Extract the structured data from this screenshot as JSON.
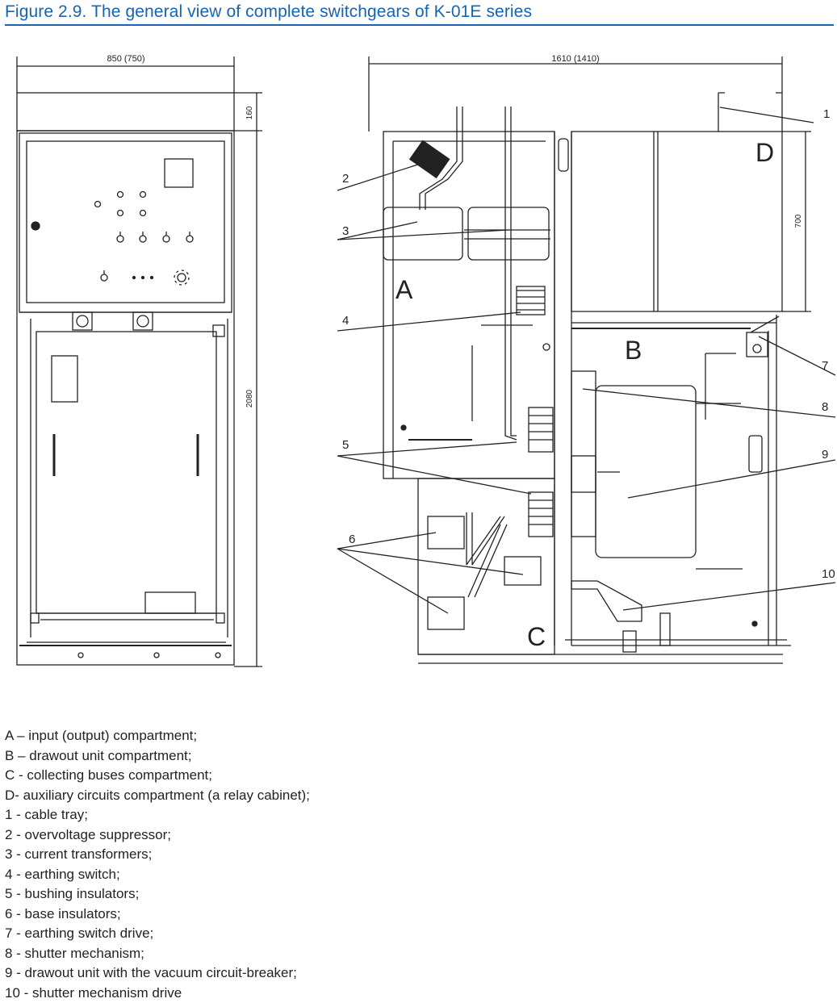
{
  "figure": {
    "title": "Figure 2.9. The general view of complete switchgears of K-01E series",
    "accent_color": "#1565b0"
  },
  "front_view": {
    "width_dim": "850 (750)",
    "top_dim": "160",
    "height_dim": "2080"
  },
  "side_view": {
    "width_dim": "1610 (1410)",
    "relay_dim": "700",
    "compartments": {
      "a": "A",
      "b": "B",
      "c": "C",
      "d": "D"
    },
    "callouts": [
      "1",
      "2",
      "3",
      "4",
      "5",
      "6",
      "7",
      "8",
      "9",
      "10"
    ]
  },
  "legend": [
    "A –  input (output) compartment;",
    "B –  drawout unit compartment;",
    "C - collecting buses compartment;",
    "D- auxiliary circuits compartment (a relay cabinet);",
    "1 - cable tray;",
    "2 - overvoltage suppressor;",
    "3 - current transformers;",
    "4 - earthing switch;",
    "5 - bushing insulators;",
    "6 - base insulators;",
    "7 - earthing switch drive;",
    "8 - shutter mechanism;",
    "9 - drawout unit with the vacuum circuit-breaker;",
    "10 - shutter mechanism drive"
  ]
}
